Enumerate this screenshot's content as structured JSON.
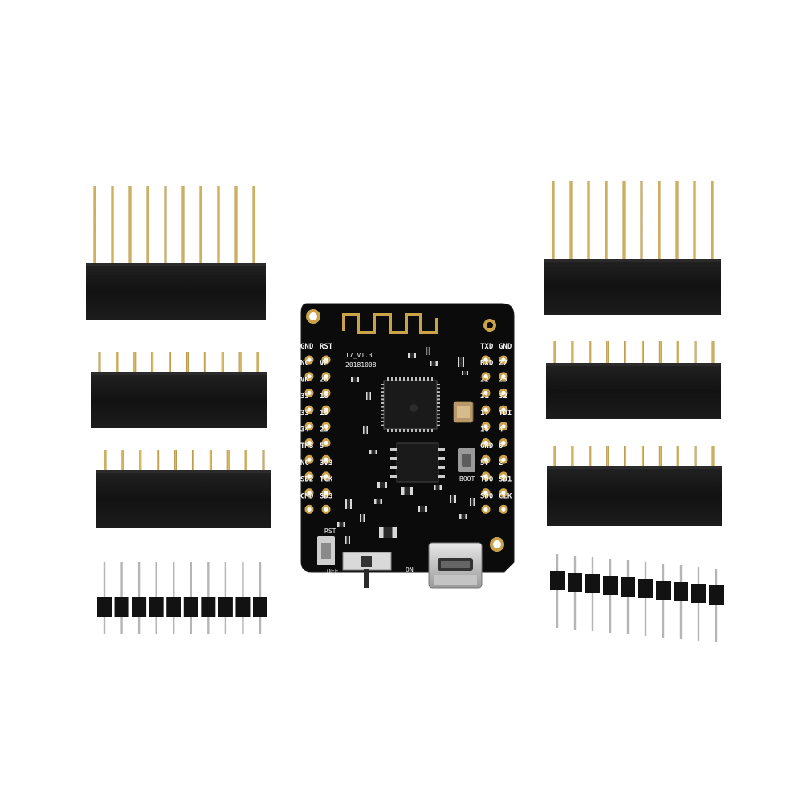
{
  "colors": {
    "background": "#ffffff",
    "pcb": "#0b0b0b",
    "gold": "#c9a24a",
    "plastic": "#141414",
    "silkscreen": "#f2f2f2"
  },
  "board": {
    "version": "T7_V1.3",
    "date": "20181008",
    "left_pins_col1": [
      "GND",
      "NC",
      "VN",
      "35",
      "33",
      "34",
      "TMS",
      "NC",
      "SD2",
      "CMD"
    ],
    "left_pins_col2": [
      "RST",
      "VP",
      "26",
      "18",
      "19",
      "23",
      "5",
      "3V3",
      "TCK",
      "SD3"
    ],
    "right_pins_col1": [
      "TXD",
      "RXD",
      "22",
      "21",
      "17",
      "16",
      "GND",
      "5V",
      "TDO",
      "SD0"
    ],
    "right_pins_col2": [
      "GND",
      "27",
      "25",
      "32",
      "TDI",
      "4",
      "0",
      "2",
      "SD1",
      "CLK"
    ],
    "labels": {
      "rst": "RST",
      "boot": "BOOT",
      "off": "OFF",
      "on": "ON"
    }
  },
  "headers": {
    "female_long_pin_count": 10,
    "female_short_pin_count": 10,
    "male_pin_count": 10
  }
}
